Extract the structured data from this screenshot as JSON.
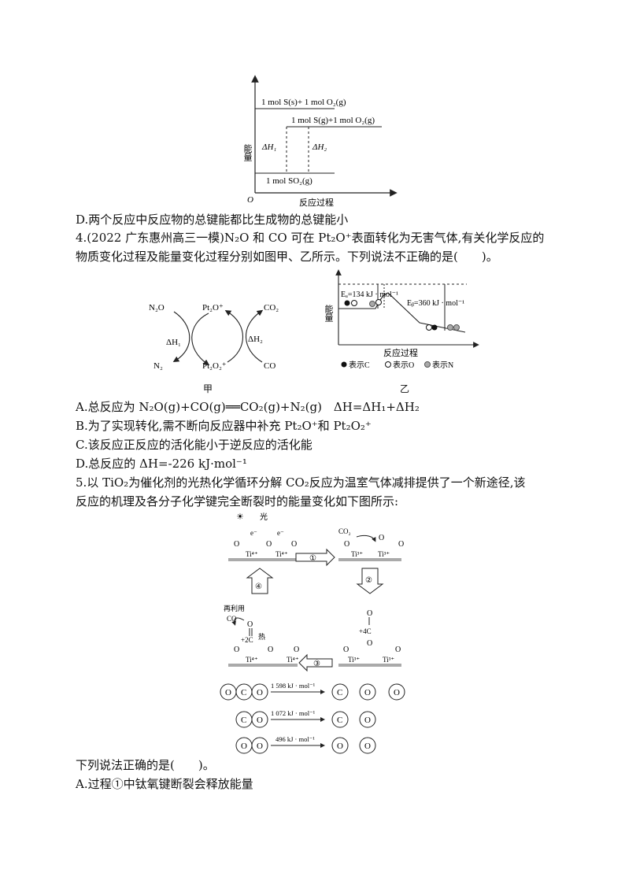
{
  "fig1": {
    "y_label": "能量",
    "x_label": "反应过程",
    "origin": "O",
    "level_top": "1 mol S(s)+ 1 mol O₂(g)",
    "level_mid": "1 mol S(g)+1 mol O₂(g)",
    "level_bottom": "1 mol SO₂(g)",
    "dh1": "ΔH₁",
    "dh2": "ΔH₂"
  },
  "optD_prev": "D.两个反应中反应物的总键能都比生成物的总键能小",
  "q4": {
    "line1": "4.(2022 广东惠州高三一模)N₂O 和 CO 可在 Pt₂O⁺表面转化为无害气体,有关化学反应的",
    "line2": "物质变化过程及能量变化过程分别如图甲、乙所示。下列说法不正确的是(　　)。",
    "fig_jia": {
      "n2o": "N₂O",
      "n2": "N₂",
      "pt2o_plus": "Pt₂O⁺",
      "pt2o2_plus": "Pt₂O₂⁺",
      "co2": "CO₂",
      "co": "CO",
      "dh1": "ΔH₁",
      "dh2": "ΔH₂",
      "caption": "甲"
    },
    "fig_yi": {
      "y_label": "能量",
      "x_label": "反应过程",
      "ea": "Eₐ=134 kJ · mol⁻¹",
      "eb": "Eᵦ=360 kJ · mol⁻¹",
      "legend_c": "表示C",
      "legend_o": "表示O",
      "legend_n": "表示N",
      "caption": "乙"
    },
    "optA": "A.总反应为 N₂O(g)+CO(g)══CO₂(g)+N₂(g)　ΔH=ΔH₁+ΔH₂",
    "optB": "B.为了实现转化,需不断向反应器中补充 Pt₂O⁺和 Pt₂O₂⁺",
    "optC": "C.该反应正反应的活化能小于逆反应的活化能",
    "optD": "D.总反应的 ΔH=-226 kJ·mol⁻¹"
  },
  "q5": {
    "line1": "5.以 TiO₂为催化剂的光热化学循环分解 CO₂反应为温室气体减排提供了一个新途径,该",
    "line2": "反应的机理及各分子化学键完全断裂时的能量变化如下图所示:",
    "fig": {
      "light": "光",
      "e": "e⁻",
      "co2": "CO₂",
      "reuse": "再利用",
      "co": "CO",
      "heat": "热",
      "ti4": "Ti⁴⁺",
      "ti3": "Ti³⁺",
      "step1": "①",
      "step2": "②",
      "step3": "③",
      "step4": "④",
      "e_oco": "1 598 kJ · mol⁻¹",
      "e_co": "1 072 kJ · mol⁻¹",
      "e_oo": "496 kJ · mol⁻¹",
      "atom_o": "O",
      "atom_c": "C"
    },
    "stem": "下列说法正确的是(　　)。",
    "optA": "A.过程①中钛氧键断裂会释放能量"
  }
}
